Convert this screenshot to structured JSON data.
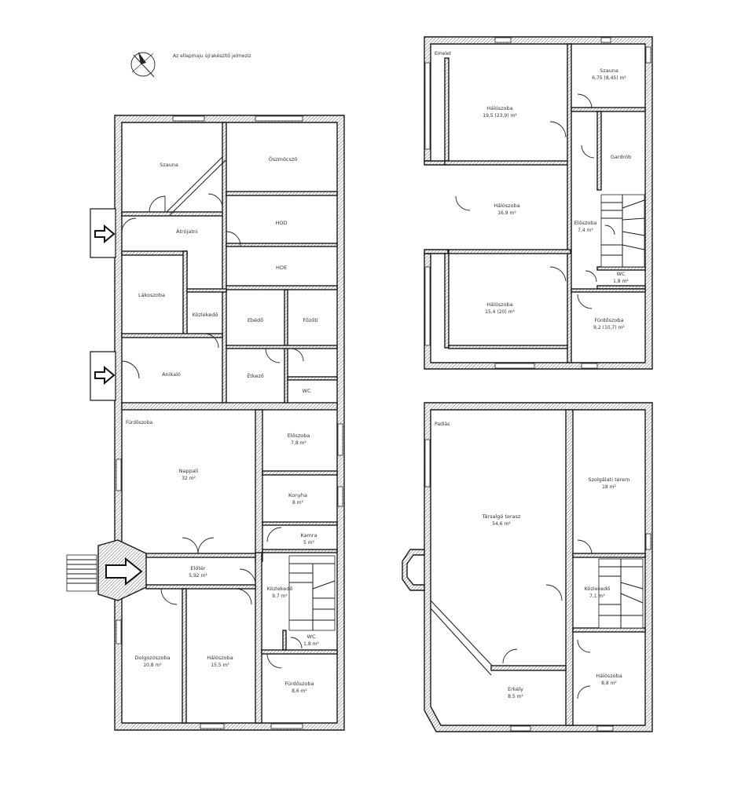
{
  "compass": {
    "text": "Az ellapmaju újrakészítő jelmeziz",
    "icon": "north-arrow-icon"
  },
  "ground_floor": {
    "rooms": [
      {
        "key": "gf_szauna",
        "name": "Szauna",
        "area": ""
      },
      {
        "key": "gf_ozmoncolo",
        "name": "Öszmöcsző",
        "area": ""
      },
      {
        "key": "gf_atrium",
        "name": "Átrójatni",
        "area": ""
      },
      {
        "key": "gf_hofa",
        "name": "HOD",
        "area": ""
      },
      {
        "key": "gf_hob",
        "name": "HOE",
        "area": ""
      },
      {
        "key": "gf_lakoszoba",
        "name": "Lákoszoba",
        "area": ""
      },
      {
        "key": "gf_kozlekedo1",
        "name": "Közlekedő",
        "area": ""
      },
      {
        "key": "gf_ebedo",
        "name": "Ebédő",
        "area": ""
      },
      {
        "key": "gf_fozoszoba",
        "name": "Főzőtí",
        "area": ""
      },
      {
        "key": "gf_anikalo",
        "name": "Anikaló",
        "area": ""
      },
      {
        "key": "gf_etkezo",
        "name": "Étkező",
        "area": ""
      },
      {
        "key": "gf_wc1",
        "name": "WC",
        "area": ""
      },
      {
        "key": "gf_furdo_corner",
        "name": "Fürdőszoba",
        "area": ""
      },
      {
        "key": "gf_eloszoba",
        "name": "Előszoba",
        "area": "7,8 m²"
      },
      {
        "key": "gf_nappali",
        "name": "Nappali",
        "area": "32 m²"
      },
      {
        "key": "gf_konyha",
        "name": "Konyha",
        "area": "8 m²"
      },
      {
        "key": "gf_kamra",
        "name": "Kamra",
        "area": "5 m²"
      },
      {
        "key": "gf_eloter",
        "name": "Előtér",
        "area": "5,92 m²"
      },
      {
        "key": "gf_kozlekedo2",
        "name": "Közlekedő",
        "area": "9,7 m²"
      },
      {
        "key": "gf_wc2",
        "name": "WC",
        "area": "1,8 m²"
      },
      {
        "key": "gf_dolgozo",
        "name": "Dolgozószoba",
        "area": "10,8 m²"
      },
      {
        "key": "gf_haloszoba",
        "name": "Hálószoba",
        "area": "15,5 m²"
      },
      {
        "key": "gf_furdo",
        "name": "Fürdőszoba",
        "area": "8,6 m²"
      }
    ]
  },
  "upper_floor": {
    "corner": "Emelet",
    "rooms": [
      {
        "key": "uf_halo1",
        "name": "Hálószoba",
        "area": "19,5 (23,9) m²"
      },
      {
        "key": "uf_szauna",
        "name": "Szauna",
        "area": "6,75 (8,45) m²"
      },
      {
        "key": "uf_gardrob",
        "name": "Gardrób",
        "area": ""
      },
      {
        "key": "uf_halo2",
        "name": "Hálószoba",
        "area": "16,9 m²"
      },
      {
        "key": "uf_eloszoba",
        "name": "Előszoba",
        "area": "7,4 m²"
      },
      {
        "key": "uf_wc",
        "name": "WC",
        "area": "1,8 m²"
      },
      {
        "key": "uf_halo3",
        "name": "Hálószoba",
        "area": "15,4 (20) m²"
      },
      {
        "key": "uf_furdo",
        "name": "Fürdőszoba",
        "area": "9,2 (10,7) m²"
      }
    ]
  },
  "attic": {
    "corner": "Padlás",
    "rooms": [
      {
        "key": "at_tarsalgo",
        "name": "Társalgó terasz",
        "area": "54,6 m²"
      },
      {
        "key": "at_szolgalati",
        "name": "Szolgálati terem",
        "area": "18 m²"
      },
      {
        "key": "at_kozlekedo",
        "name": "Közlekedő",
        "area": "7,1 m²"
      },
      {
        "key": "at_erkely",
        "name": "Erkély",
        "area": "8,5 m²"
      },
      {
        "key": "at_haloszoba",
        "name": "Hálószoba",
        "area": "8,8 m²"
      }
    ]
  }
}
